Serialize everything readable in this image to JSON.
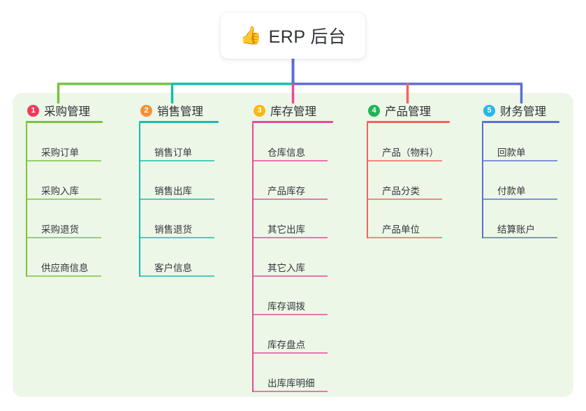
{
  "root": {
    "icon": "thumbs-up-emoji",
    "emoji": "👍",
    "title": "ERP 后台"
  },
  "panel": {
    "background_color": "#edf7e7"
  },
  "columns": [
    {
      "number": "1",
      "title": "采购管理",
      "badge_color": "#ef3a5d",
      "line_color": "#7cc142",
      "items": [
        "采购订单",
        "采购入库",
        "采购退货",
        "供应商信息"
      ]
    },
    {
      "number": "2",
      "title": "销售管理",
      "badge_color": "#f59038",
      "line_color": "#16bdb0",
      "items": [
        "销售订单",
        "销售出库",
        "销售退货",
        "客户信息"
      ]
    },
    {
      "number": "3",
      "title": "库存管理",
      "badge_color": "#fbb713",
      "line_color": "#ec4899",
      "items": [
        "仓库信息",
        "产品库存",
        "其它出库",
        "其它入库",
        "库存调拨",
        "库存盘点",
        "出库库明细"
      ]
    },
    {
      "number": "4",
      "title": "产品管理",
      "badge_color": "#22b455",
      "line_color": "#f4635c",
      "items": [
        "产品（物料）",
        "产品分类",
        "产品单位"
      ]
    },
    {
      "number": "5",
      "title": "财务管理",
      "badge_color": "#29b6e8",
      "line_color": "#5b6fd6",
      "items": [
        "回款单",
        "付款单",
        "结算账户"
      ]
    }
  ],
  "connectors": {
    "bus_color_left": "#7cc142",
    "bus_color_mid": "#16bdb0",
    "bus_color_right": "#5b6fd6",
    "trunk_color": "#5b6fd6"
  }
}
